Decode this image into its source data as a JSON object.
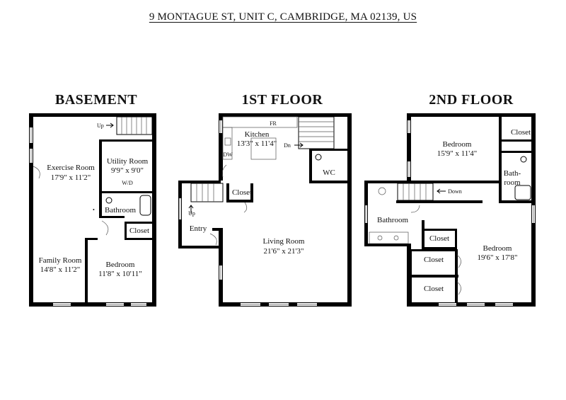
{
  "address": "9 MONTAGUE ST, UNIT C, CAMBRIDGE, MA 02139, US",
  "floors": {
    "basement": {
      "title": "BASEMENT",
      "up_label": "Up",
      "rooms": {
        "exercise": {
          "name": "Exercise Room",
          "dims": "17'9\" x 11'2\""
        },
        "utility": {
          "name": "Utility Room",
          "dims": "9'9\" x 9'0\"",
          "wd": "W/D"
        },
        "bathroom": {
          "name": "Bathroom"
        },
        "closet": {
          "name": "Closet"
        },
        "family": {
          "name": "Family Room",
          "dims": "14'8\" x 11'2\""
        },
        "bedroom": {
          "name": "Bedroom",
          "dims": "11'8\" x 10'11\""
        }
      }
    },
    "first": {
      "title": "1ST FLOOR",
      "fr": "FR",
      "dw": "DW",
      "dn_label": "Dn",
      "up_label": "Up",
      "rooms": {
        "kitchen": {
          "name": "Kitchen",
          "dims": "13'3\" x 11'4\""
        },
        "wc": {
          "name": "WC"
        },
        "closet": {
          "name": "Closet"
        },
        "entry": {
          "name": "Entry"
        },
        "living": {
          "name": "Living Room",
          "dims": "21'6\" x 21'3\""
        }
      }
    },
    "second": {
      "title": "2ND FLOOR",
      "down_label": "Down",
      "rooms": {
        "bedroom1": {
          "name": "Bedroom",
          "dims": "15'9\" x 11'4\""
        },
        "closet1": {
          "name": "Closet"
        },
        "bath1": {
          "name_line1": "Bath-",
          "name_line2": "room"
        },
        "bathroom": {
          "name": "Bathroom"
        },
        "closet2": {
          "name": "Closet"
        },
        "closet3": {
          "name": "Closet"
        },
        "closet4": {
          "name": "Closet"
        },
        "bedroom2": {
          "name": "Bedroom",
          "dims": "19'6\" x 17'8\""
        }
      }
    }
  }
}
